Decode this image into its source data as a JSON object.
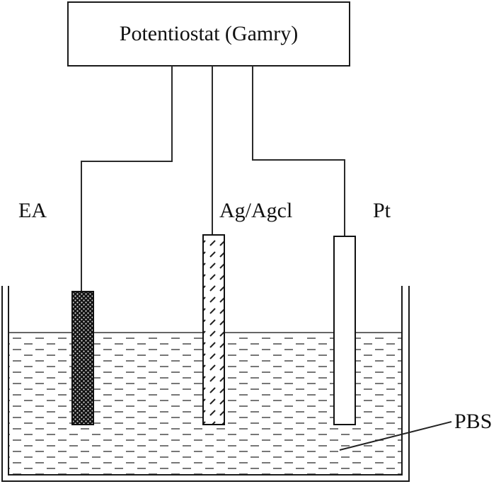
{
  "potentiostat": {
    "label": "Potentiostat (Gamry)"
  },
  "electrodes": {
    "working": {
      "label": "EA"
    },
    "reference": {
      "label": "Ag/Agcl"
    },
    "counter": {
      "label": "Pt"
    }
  },
  "electrolyte": {
    "label": "PBS"
  }
}
